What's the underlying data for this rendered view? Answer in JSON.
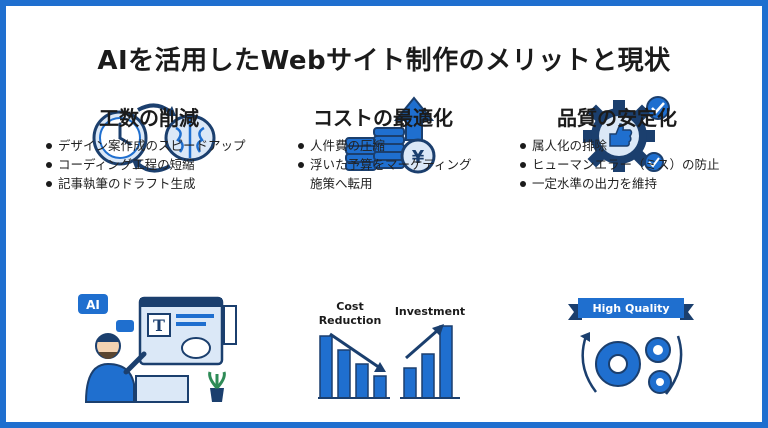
{
  "title": "AIを活用したWebサイト制作のメリットと現状",
  "columns": [
    {
      "heading": "工数の削減",
      "bullets": [
        "デザイン案作成のスピードアップ",
        "コーディング工程の短縮",
        "記事執筆のドラフト生成"
      ],
      "illustration_badge": "AI",
      "illustration_letter": "T"
    },
    {
      "heading": "コストの最適化",
      "bullets": [
        "人件費の圧縮",
        "浮いた予算をマーケティング",
        "施策へ転用"
      ],
      "currency_symbol": "¥",
      "chart_label_left": "Cost\nReduction",
      "chart_label_left_line1": "Cost",
      "chart_label_left_line2": "Reduction",
      "chart_label_right": "Investment"
    },
    {
      "heading": "品質の安定化",
      "bullets": [
        "属人化の排除",
        "ヒューマンエラー（ミス）の防止",
        "一定水準の出力を維持"
      ],
      "ribbon_text": "High Quality"
    }
  ],
  "colors": {
    "border": "#1f6fcf",
    "accent": "#1f6fcf",
    "dark": "#1b3f6e",
    "light": "#dbe8f7"
  }
}
